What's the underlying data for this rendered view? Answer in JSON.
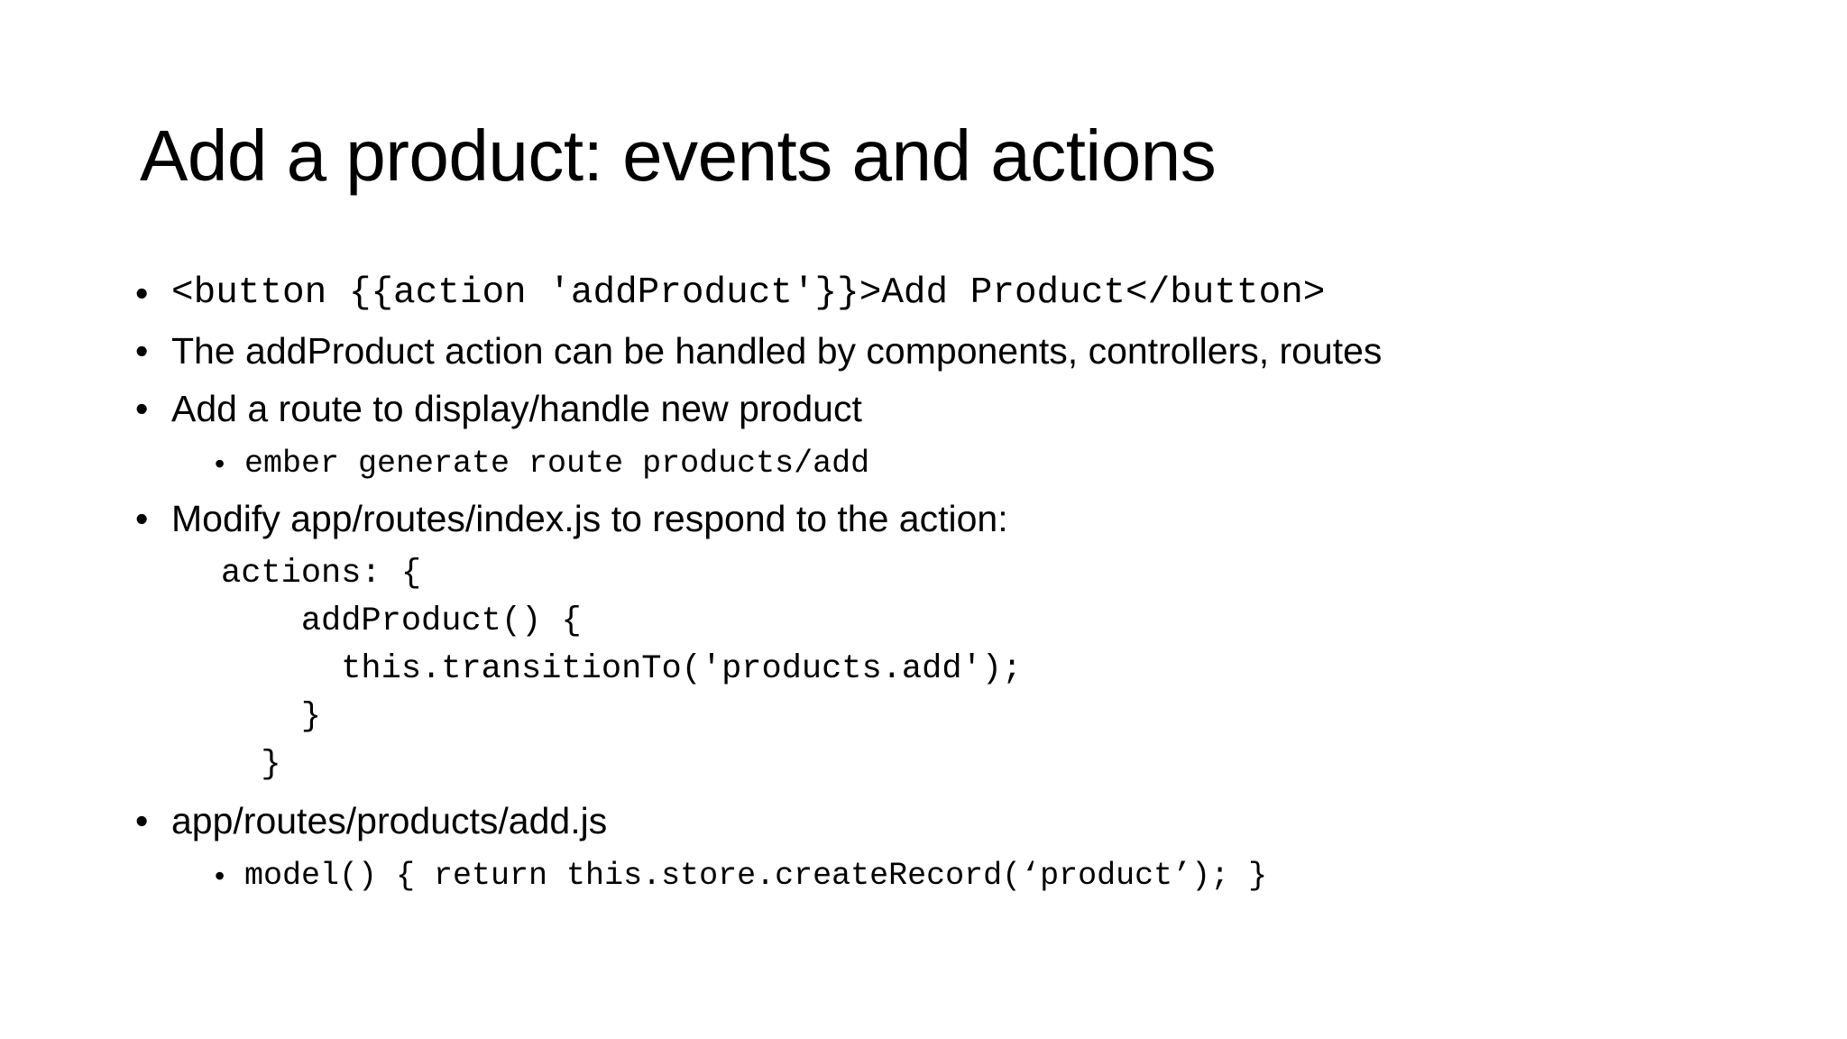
{
  "slide": {
    "title": "Add a product: events and actions",
    "background_color": "#ffffff",
    "text_color": "#000000",
    "bullet_glyph": "•",
    "content": [
      {
        "level": 1,
        "style": "mono",
        "text": "<button {{action 'addProduct'}}>Add Product</button>"
      },
      {
        "level": 1,
        "style": "prop",
        "text": "The addProduct action can be handled by components, controllers, routes"
      },
      {
        "level": 1,
        "style": "prop",
        "text": "Add a route to display/handle new product"
      },
      {
        "level": 2,
        "style": "mono",
        "text": "ember generate route products/add"
      },
      {
        "level": 1,
        "style": "prop",
        "text": "Modify app/routes/index.js to respond to the action:"
      },
      {
        "level": 1,
        "style": "prop",
        "text": "app/routes/products/add.js"
      },
      {
        "level": 2,
        "style": "mono",
        "text": "model() { return this.store.createRecord(‘product’); }"
      }
    ],
    "code_block": {
      "lines": [
        "actions: {",
        "    addProduct() {",
        "      this.transitionTo('products.add');",
        "    }",
        "  }"
      ]
    }
  }
}
